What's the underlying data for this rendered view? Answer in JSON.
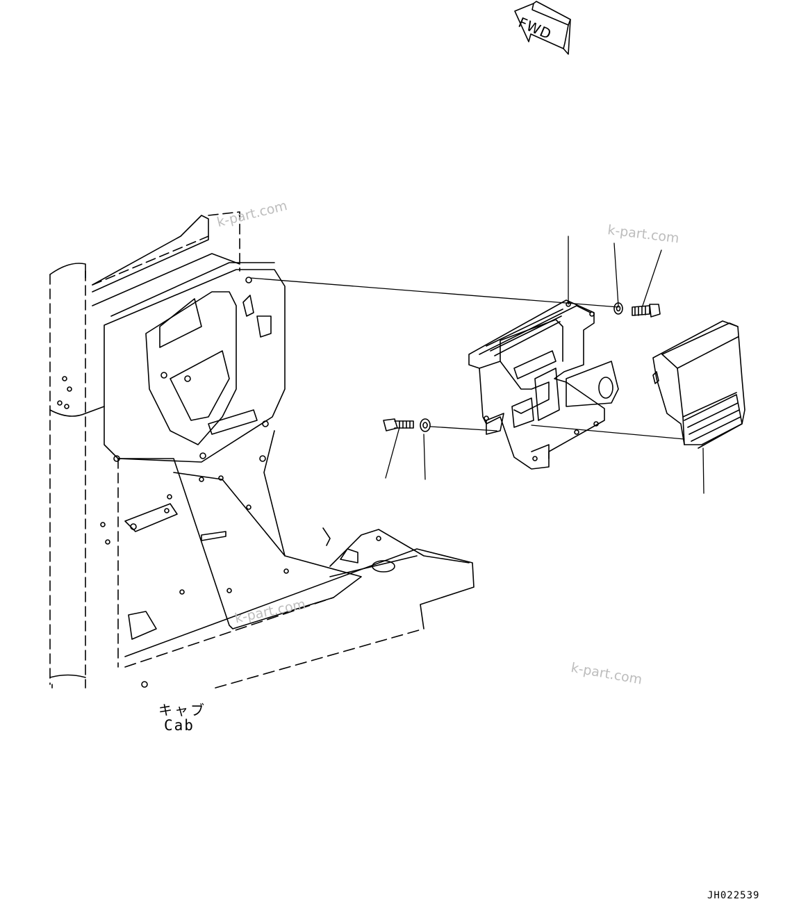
{
  "labels": {
    "fwd": "FWD",
    "cab_jp": "キャブ",
    "cab_en": "Cab",
    "drawing_code": "JH022539"
  },
  "watermarks": [
    "k-part.com",
    "k-part.com",
    "k-part.com",
    "k-part.com"
  ],
  "colors": {
    "line": "#000000",
    "watermark": "#bdbdbd",
    "background": "#ffffff"
  }
}
